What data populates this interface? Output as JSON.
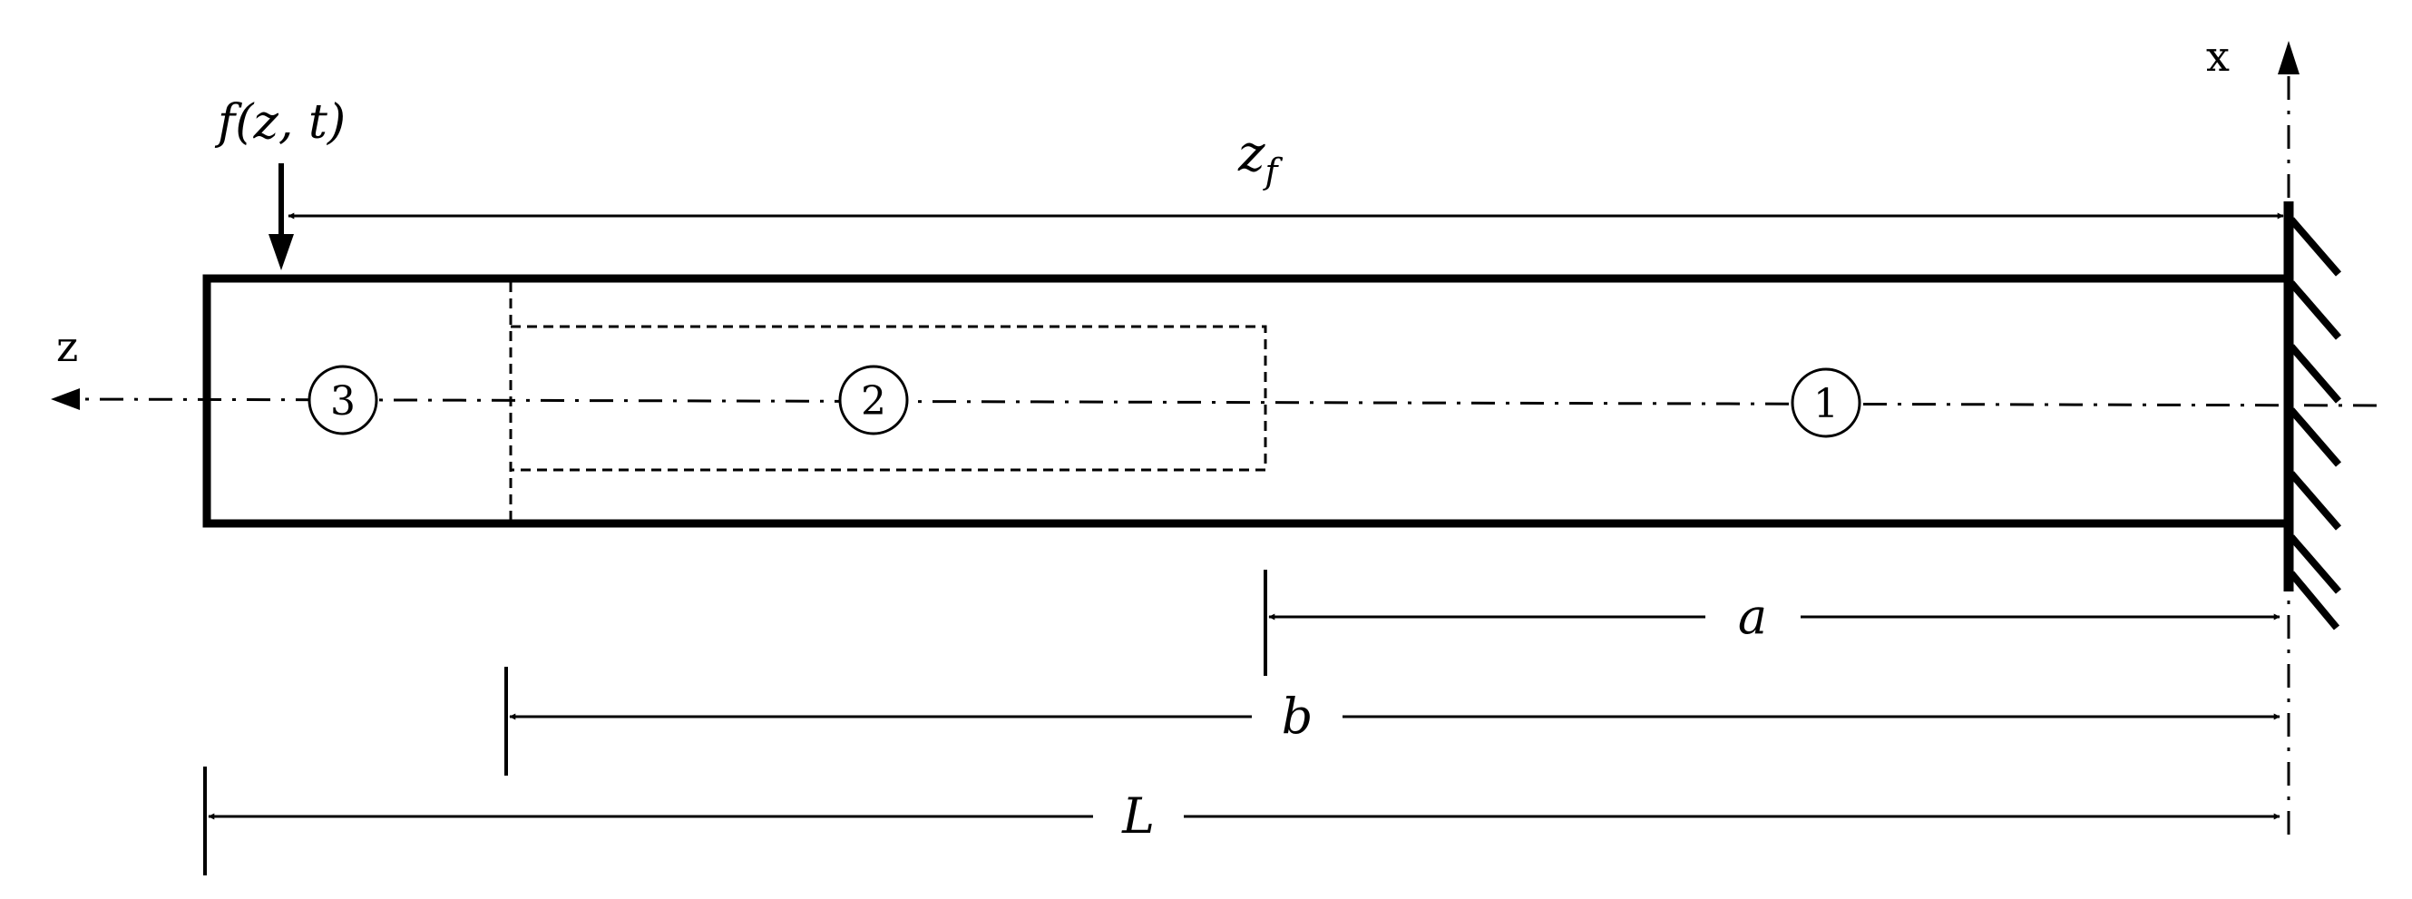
{
  "labels": {
    "force": "f(z, t)",
    "z_axis": "z",
    "x_axis": "x",
    "zf": "z",
    "zf_sub": "f",
    "dim_a": "a",
    "dim_b": "b",
    "dim_L": "L",
    "region1": "1",
    "region2": "2",
    "region3": "3"
  },
  "colors": {
    "stroke": "#000000",
    "background": "#ffffff"
  }
}
